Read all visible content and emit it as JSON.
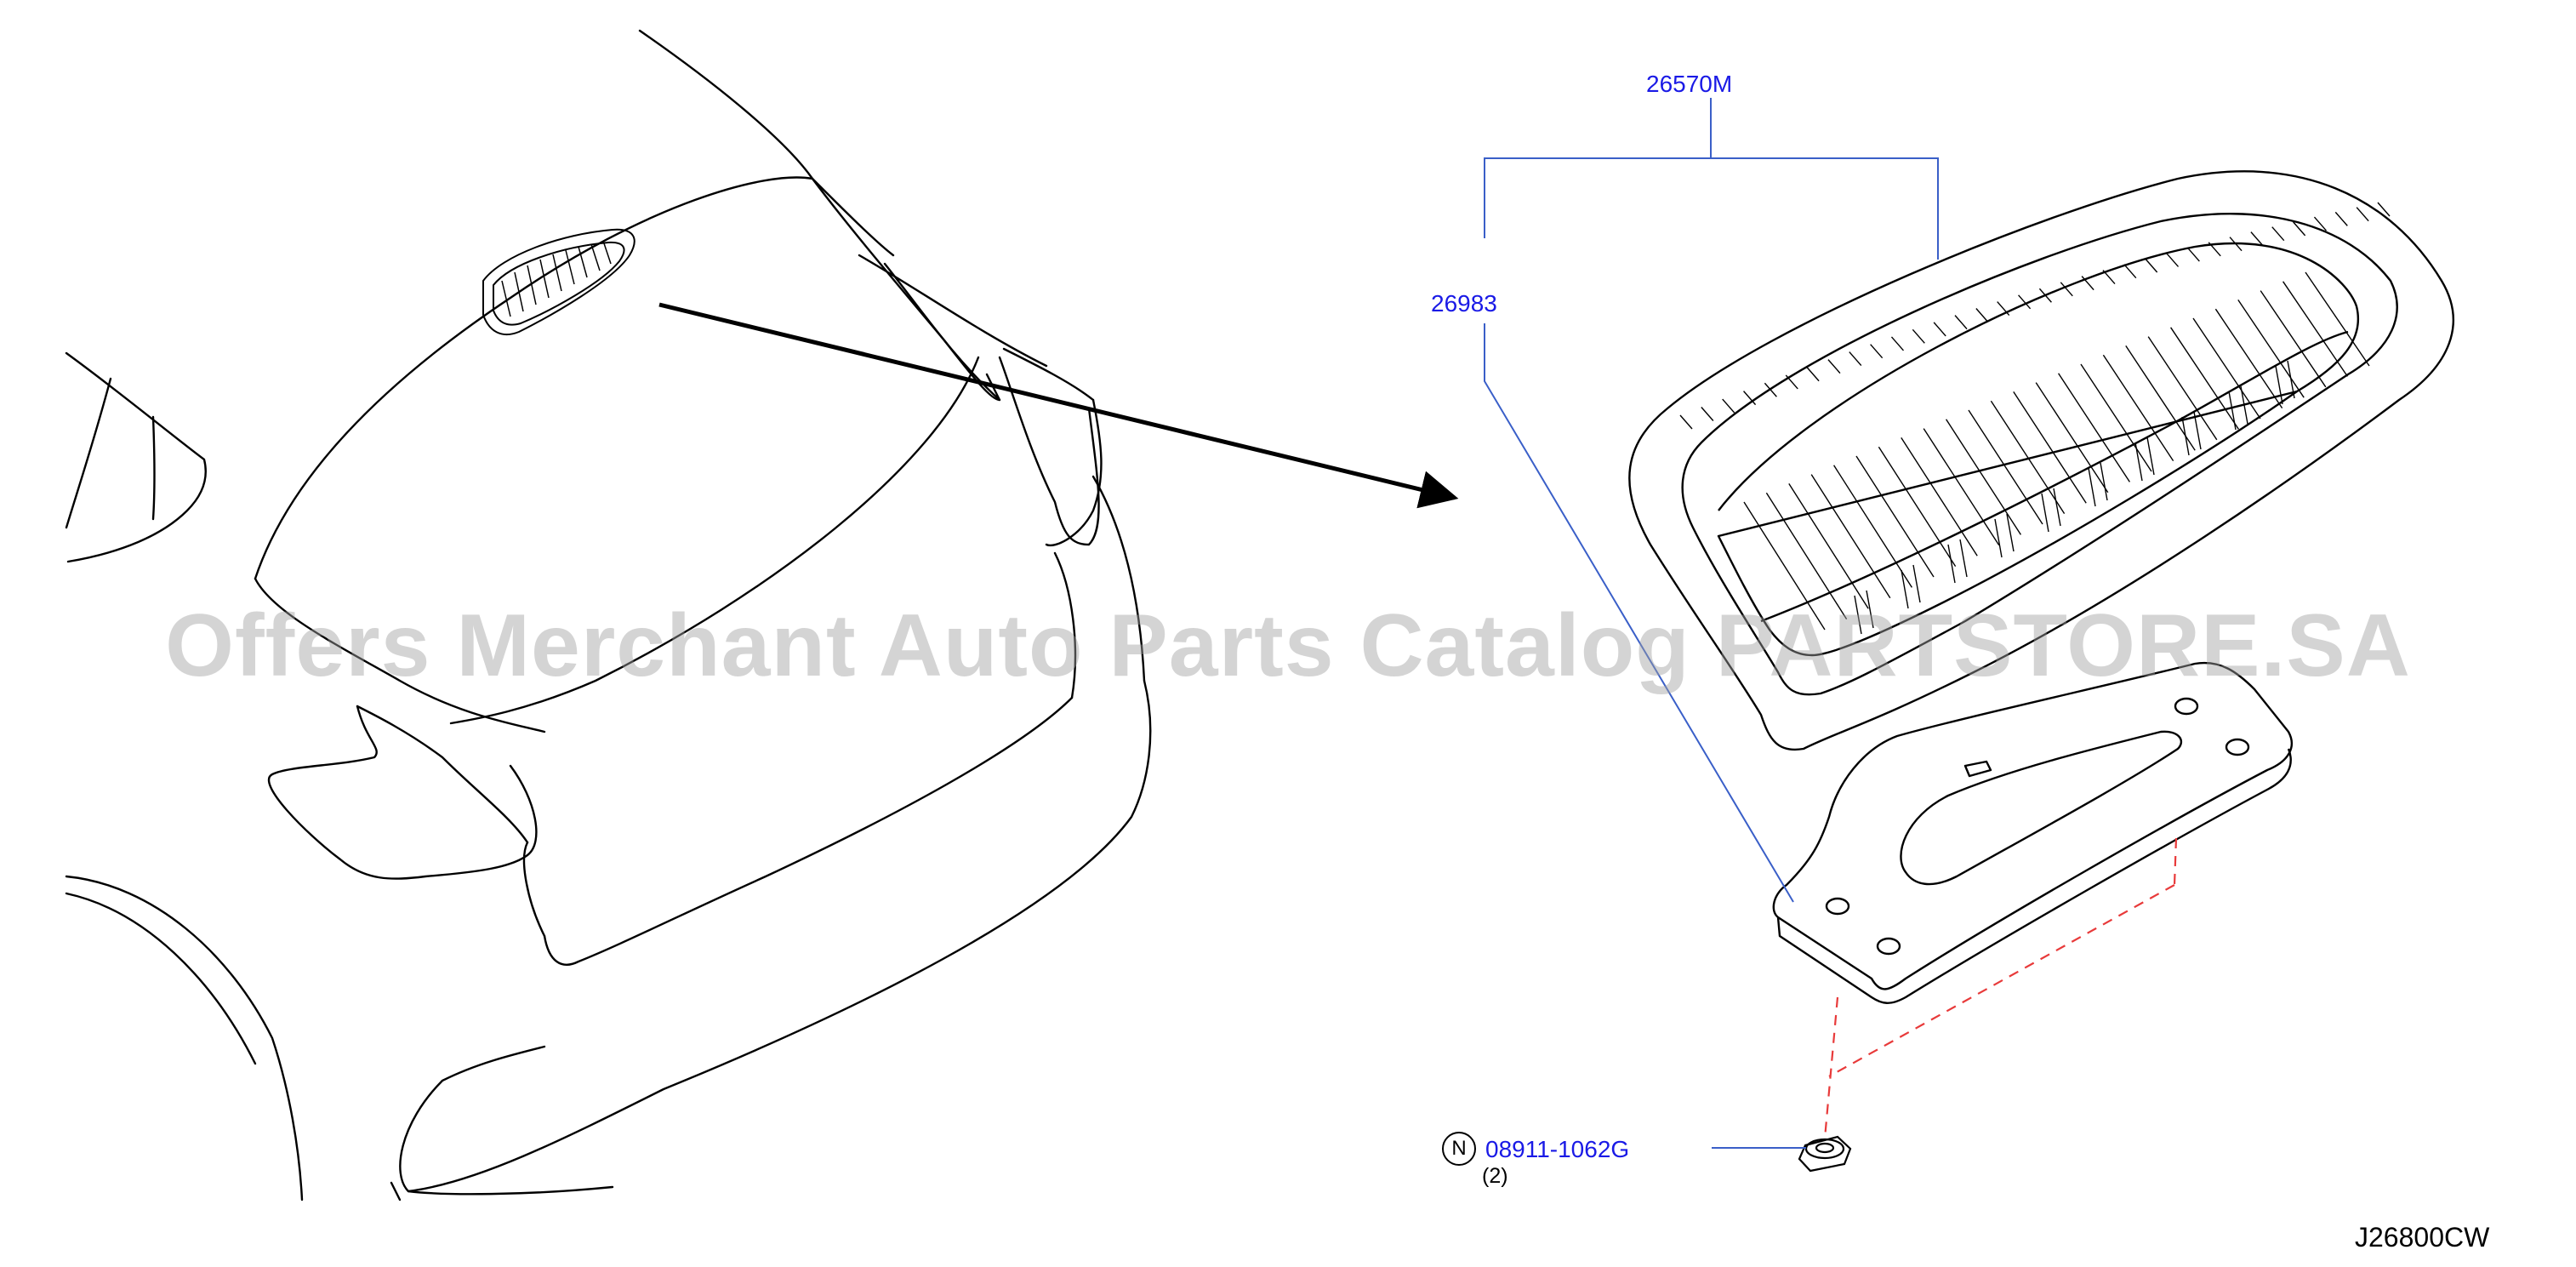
{
  "diagram": {
    "parts": {
      "hood_scoop_assembly": "26570M",
      "scoop_gasket": "26983",
      "clip_nut": "08911-1062G",
      "clip_nut_prefix": "N",
      "clip_nut_qty": "(2)"
    },
    "diagram_code": "J26800CW",
    "watermark": "Offers Merchant Auto Parts Catalog PARTSTORE.SA",
    "colors": {
      "line": "#000000",
      "part_link": "#1a1ae6",
      "leader": "#3a5fc8",
      "dashed_guide": "#e83a3a"
    }
  }
}
